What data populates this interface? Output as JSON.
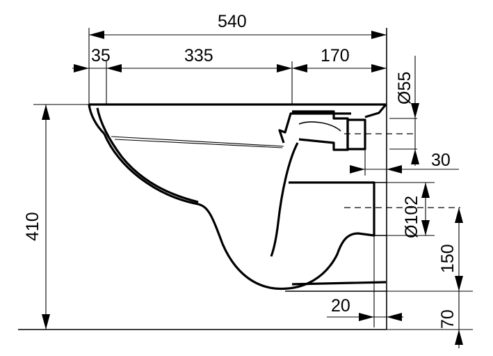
{
  "dimensions": {
    "overall_depth": "540",
    "rim_offset": "35",
    "bowl_length": "335",
    "rear_section": "170",
    "outlet_diameter": "Ø55",
    "inlet_setback": "30",
    "waste_diameter": "Ø102",
    "total_height": "410",
    "waste_center_height": "150",
    "base_height": "70",
    "waste_setback": "20"
  }
}
